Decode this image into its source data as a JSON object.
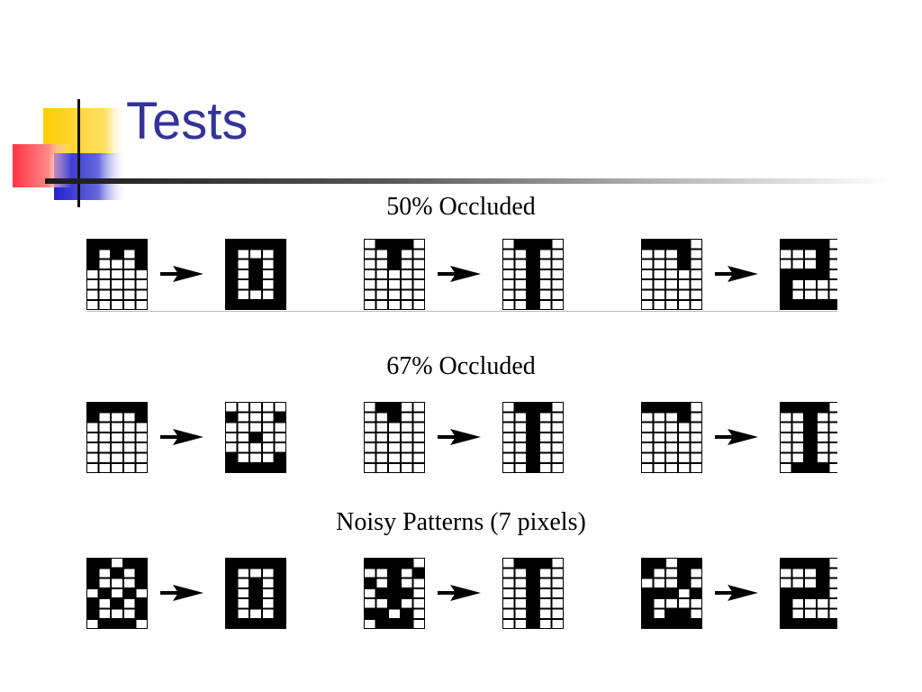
{
  "slide": {
    "title": "Tests",
    "colors": {
      "title": "#333399",
      "accent_yellow": "#ffcc00",
      "accent_red": "#ff3333",
      "accent_blue": "#3333cc"
    }
  },
  "grid_spec": {
    "rows": 7,
    "cols": 5
  },
  "sections": [
    {
      "label": "50% Occluded",
      "pairs": [
        {
          "input": [
            "11111",
            "10101",
            "10001",
            "00000",
            "00000",
            "00000",
            "00000"
          ],
          "output": [
            "11111",
            "10001",
            "10101",
            "10101",
            "10101",
            "10001",
            "11111"
          ]
        },
        {
          "input": [
            "01110",
            "00100",
            "00100",
            "00000",
            "00000",
            "00000",
            "00000"
          ],
          "output": [
            "01110",
            "00100",
            "00100",
            "00100",
            "00100",
            "00100",
            "00100"
          ]
        },
        {
          "input": [
            "11110",
            "00010",
            "00010",
            "00000",
            "00000",
            "00000",
            "00000"
          ],
          "output": [
            "11110",
            "00010",
            "00010",
            "11110",
            "10000",
            "10000",
            "11111"
          ]
        }
      ]
    },
    {
      "label": "67% Occluded",
      "pairs": [
        {
          "input": [
            "11111",
            "10001",
            "00000",
            "00000",
            "00000",
            "00000",
            "00000"
          ],
          "output": [
            "00000",
            "10001",
            "00000",
            "00100",
            "00000",
            "10001",
            "11111"
          ]
        },
        {
          "input": [
            "01100",
            "00100",
            "00000",
            "00000",
            "00000",
            "00000",
            "00000"
          ],
          "output": [
            "01110",
            "00100",
            "00100",
            "00100",
            "00100",
            "00100",
            "00100"
          ]
        },
        {
          "input": [
            "11110",
            "00010",
            "00000",
            "00000",
            "00000",
            "00000",
            "00000"
          ],
          "output": [
            "11110",
            "00100",
            "00100",
            "00100",
            "00100",
            "00100",
            "01110"
          ]
        }
      ]
    },
    {
      "label": "Noisy Patterns (7 pixels)",
      "pairs": [
        {
          "input": [
            "11011",
            "10101",
            "10001",
            "01010",
            "10101",
            "10001",
            "01110"
          ],
          "output": [
            "11111",
            "10001",
            "10101",
            "10101",
            "10101",
            "10001",
            "11111"
          ]
        },
        {
          "input": [
            "11110",
            "00101",
            "10100",
            "01110",
            "00100",
            "11010",
            "01110"
          ],
          "output": [
            "01110",
            "00100",
            "00100",
            "00100",
            "00100",
            "00100",
            "00100"
          ]
        },
        {
          "input": [
            "11011",
            "10010",
            "00010",
            "11101",
            "10000",
            "10110",
            "11111"
          ],
          "output": [
            "11110",
            "00010",
            "00010",
            "11110",
            "10000",
            "10000",
            "11111"
          ]
        }
      ]
    }
  ]
}
